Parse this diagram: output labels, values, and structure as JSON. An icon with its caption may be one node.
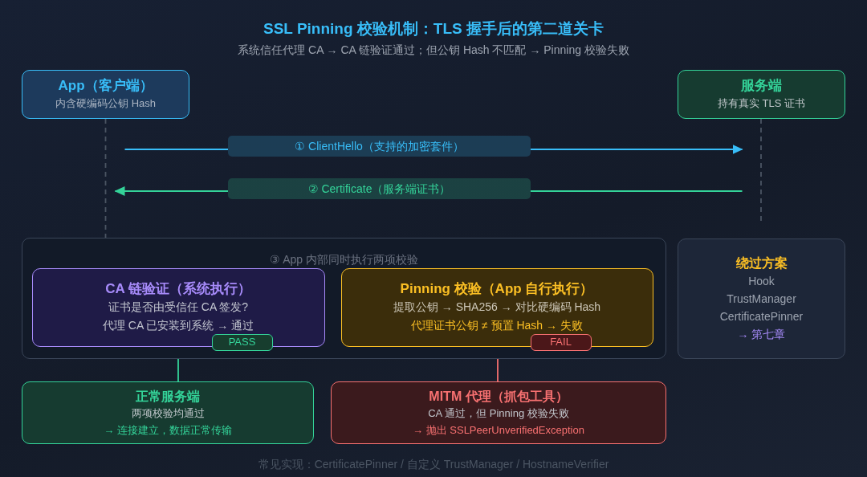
{
  "diagram": {
    "title": "SSL Pinning 校验机制：TLS 握手后的第二道关卡",
    "nodes": [
      {
        "text": [
          "App（客户端）",
          "内含硬编码公钥 Hash"
        ]
      },
      {
        "text": [
          "服务端",
          "持有真实 TLS 证书"
        ]
      },
      {
        "text": [
          "③ App 内部同时执行两项校验"
        ]
      },
      {
        "text": [
          "CA 链验证（系统执行）",
          "证书是否由受信任 CA 签发?",
          "代理 CA 已安装到系统 → 通过"
        ],
        "in": 2
      },
      {
        "text": [
          "PASS"
        ],
        "in": 2
      },
      {
        "text": [
          "Pinning 校验（App 自行执行）",
          "提取公钥 → SHA256 → 对比硬编码 Hash",
          "代理证书公钥 ≠ 预置 Hash → 失败"
        ],
        "in": 2
      },
      {
        "text": [
          "FAIL"
        ],
        "in": 2
      },
      {
        "text": [
          "绕过方案",
          "Hook",
          "TrustManager",
          "CertificatePinner",
          "→ 第七章"
        ]
      },
      {
        "text": [
          "正常服务端",
          "两项校验均通过",
          "→ 连接建立，数据正常传输"
        ]
      },
      {
        "text": [
          "MITM 代理（抓包工具）",
          "CA 通过，但 Pinning 校验失败",
          "→ 抛出 SSLPeerUnverifiedException"
        ]
      }
    ],
    "edges": [
      {
        "from": 0,
        "to": 2,
        "arrow": "none",
        "style": "dashed",
        "color": "#4b5563"
      },
      {
        "from": 0,
        "to": 1,
        "arrow": "to",
        "label": "① ClientHello（支持的加密套件）",
        "color": "#38bdf8"
      },
      {
        "from": 1,
        "to": 0,
        "arrow": "to",
        "label": "② Certificate（服务端证书）",
        "color": "#34d399"
      },
      {
        "from": 2,
        "to": 8,
        "arrow": "none",
        "color": "#34d399"
      },
      {
        "from": 2,
        "to": 9,
        "arrow": "none",
        "color": "#f87171"
      }
    ],
    "labels": [
      "系统信任代理 CA → CA 链验证通过；但公钥 Hash 不匹配 → Pinning 校验失败",
      "常见实现：CertificatePinner / 自定义 TrustManager / HostnameVerifier"
    ]
  }
}
